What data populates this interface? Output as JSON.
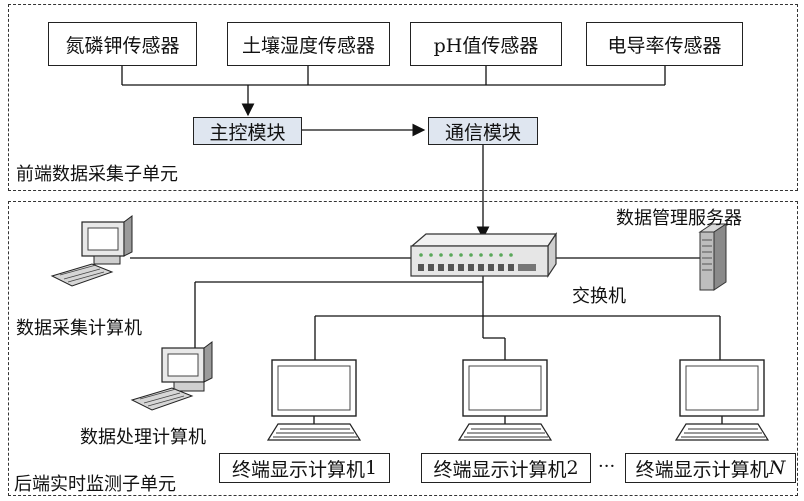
{
  "front_unit": {
    "label": "前端数据采集子单元",
    "sensors": [
      "氮磷钾传感器",
      "土壤湿度传感器",
      "pH值传感器",
      "电导率传感器"
    ],
    "main_control": "主控模块",
    "comm_module": "通信模块"
  },
  "back_unit": {
    "label": "后端实时监测子单元",
    "server": "数据管理服务器",
    "switch": "交换机",
    "acquisition_pc": "数据采集计算机",
    "processing_pc": "数据处理计算机",
    "terminals": [
      {
        "prefix": "终端显示计算机",
        "suffix": "1"
      },
      {
        "prefix": "终端显示计算机",
        "suffix": "2"
      },
      {
        "prefix": "终端显示计算机",
        "suffix": "N"
      }
    ],
    "ellipsis": "···"
  }
}
